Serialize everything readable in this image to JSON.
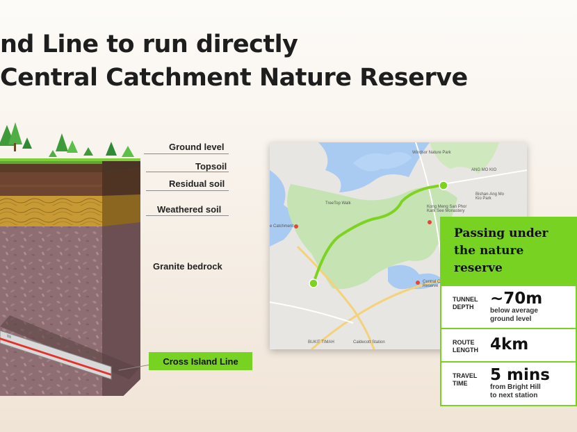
{
  "title": {
    "line1": "nd Line to run directly",
    "line2": "Central Catchment Nature Reserve"
  },
  "strata_labels": {
    "ground": "Ground level",
    "topsoil": "Topsoil",
    "residual": "Residual soil",
    "weathered": "Weathered soil",
    "granite": "Granite bedrock",
    "line": "Cross Island Line"
  },
  "map": {
    "labels": {
      "nature_park": "Windsor Nature Park",
      "catchment": "e Catchment",
      "treetop": "TreeTop Walk",
      "kong_meng": "Kong Meng San Phor Kark See Monastery",
      "central_catchment_reserve": "Central Catchment Nature Reserve",
      "bukit_timah": "BUKIT TIMAH",
      "ang_mo_kio": "ANG MO KIO",
      "bishan_park": "Bishan-Ang Mo Kio Park",
      "caldecott": "Caldecott Station"
    }
  },
  "info": {
    "heading_line1": "Passing under",
    "heading_line2": "the nature",
    "heading_line3": "reserve",
    "rows": [
      {
        "key1": "TUNNEL",
        "key2": "DEPTH",
        "value": "~70m",
        "sub1": "below average",
        "sub2": "ground level"
      },
      {
        "key1": "ROUTE",
        "key2": "LENGTH",
        "value": "4km",
        "sub1": "",
        "sub2": ""
      },
      {
        "key1": "TRAVEL",
        "key2": "TIME",
        "value": "5 mins",
        "sub1": "from Bright Hill",
        "sub2": "to next station"
      }
    ]
  },
  "colors": {
    "accent_green": "#78d221",
    "route_green": "#7ed321",
    "text_dark": "#1e1e1e"
  }
}
